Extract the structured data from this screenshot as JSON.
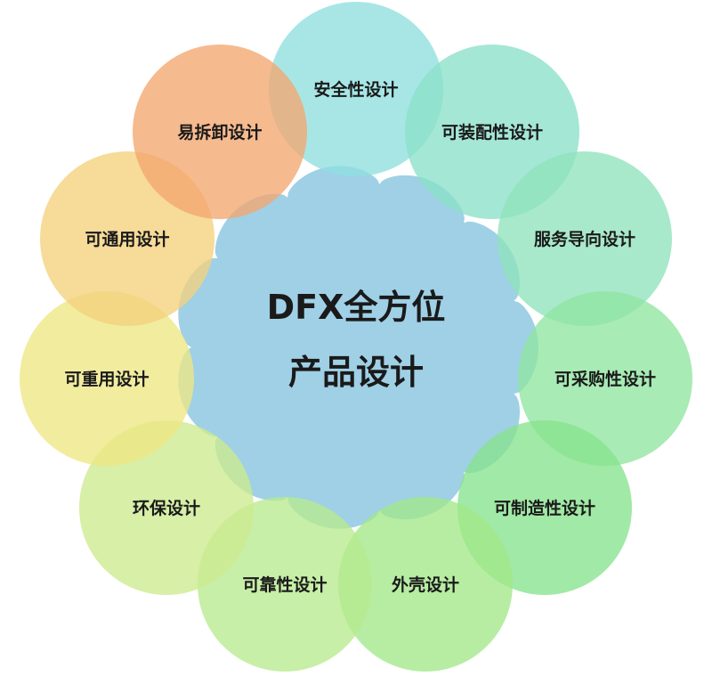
{
  "center": {
    "line1": "DFX全方位",
    "line2": "产品设计",
    "color": "#9fd0e6"
  },
  "petals": [
    {
      "id": "safety",
      "label": "安全性设计",
      "color": "#8fdfdf"
    },
    {
      "id": "assemblability",
      "label": "可装配性设计",
      "color": "#8be0c8"
    },
    {
      "id": "service",
      "label": "服务导向设计",
      "color": "#8fe3bd"
    },
    {
      "id": "procurement",
      "label": "可采购性设计",
      "color": "#8fe6a0"
    },
    {
      "id": "manufacturability",
      "label": "可制造性设计",
      "color": "#86e38d"
    },
    {
      "id": "housing",
      "label": "外壳设计",
      "color": "#a2e889"
    },
    {
      "id": "reliability",
      "label": "可靠性设计",
      "color": "#b7ea8e"
    },
    {
      "id": "environment",
      "label": "环保设计",
      "color": "#cceb8e"
    },
    {
      "id": "reusability",
      "label": "可重用设计",
      "color": "#eee784"
    },
    {
      "id": "universality",
      "label": "可通用设计",
      "color": "#f4d17c"
    },
    {
      "id": "disassembly",
      "label": "易拆卸设计",
      "color": "#f4a670"
    }
  ]
}
